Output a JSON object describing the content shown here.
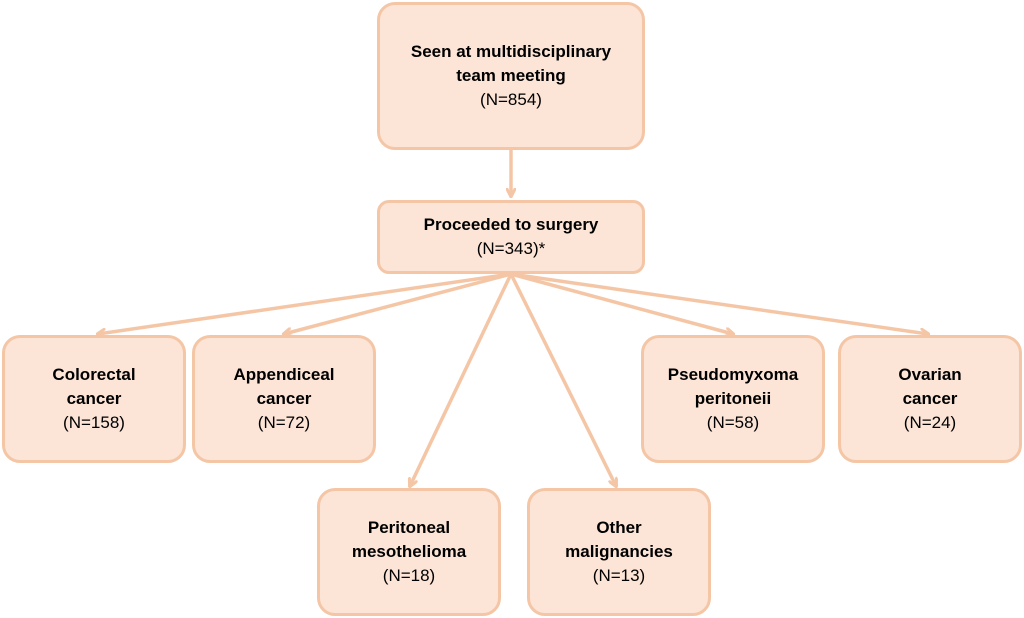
{
  "nodes": {
    "mdt": {
      "title_line1": "Seen at multidisciplinary",
      "title_line2": "team meeting",
      "count": "(N=854)"
    },
    "surgery": {
      "title_line1": "Proceeded to surgery",
      "count": "(N=343)*"
    },
    "colorectal": {
      "title_line1": "Colorectal",
      "title_line2": "cancer",
      "count": "(N=158)"
    },
    "appendiceal": {
      "title_line1": "Appendiceal",
      "title_line2": "cancer",
      "count": "(N=72)"
    },
    "pseudomyxoma": {
      "title_line1": "Pseudomyxoma",
      "title_line2": "peritoneii",
      "count": "(N=58)"
    },
    "ovarian": {
      "title_line1": "Ovarian",
      "title_line2": "cancer",
      "count": "(N=24)"
    },
    "mesothelioma": {
      "title_line1": "Peritoneal",
      "title_line2": "mesothelioma",
      "count": "(N=18)"
    },
    "other": {
      "title_line1": "Other",
      "title_line2": "malignancies",
      "count": "(N=13)"
    }
  },
  "colors": {
    "fill": "#fce4d6",
    "border": "#f4c6a6",
    "arrow": "#f4c6a6"
  }
}
